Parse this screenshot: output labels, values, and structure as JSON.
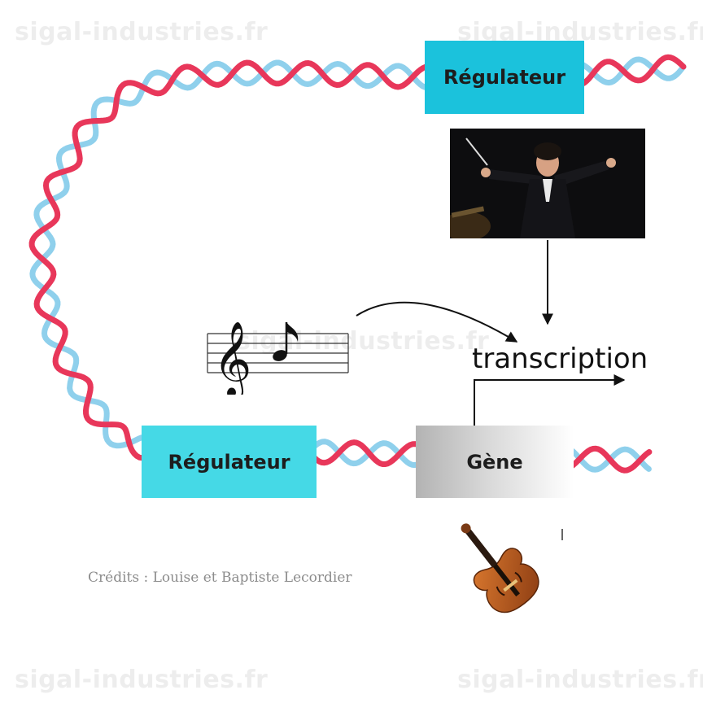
{
  "watermarks": {
    "top_left": "sigal-industries.fr",
    "top_right": "sigal-industries.fr",
    "center": "sigal-industries.fr",
    "bottom_left": "sigal-industries.fr",
    "bottom_right": "sigal-industries.fr"
  },
  "boxes": {
    "regulator_top": "Régulateur",
    "regulator_bottom": "Régulateur",
    "gene": "Gène"
  },
  "labels": {
    "transcription": "transcription",
    "credits": "Crédits : Louise et Baptiste Lecordier"
  },
  "colors": {
    "strand_red": "#e8375a",
    "strand_blue": "#8fd0ec",
    "regulator_fill": "#1bc2dc",
    "regulator_bottom_fill": "#45d9e6",
    "arrow": "#111111"
  },
  "icons": {
    "conductor": "conductor-photo",
    "score": "music-staff-icon",
    "violin": "violin-icon"
  }
}
